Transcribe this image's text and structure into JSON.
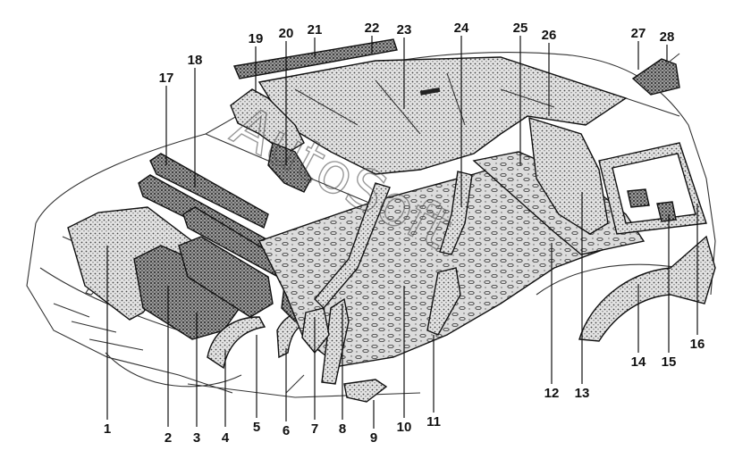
{
  "diagram": {
    "watermark": "AutoSoft",
    "callouts": [
      "1",
      "2",
      "3",
      "4",
      "5",
      "6",
      "7",
      "8",
      "9",
      "10",
      "11",
      "12",
      "13",
      "14",
      "15",
      "16",
      "17",
      "18",
      "19",
      "20",
      "21",
      "22",
      "23",
      "24",
      "25",
      "26",
      "27",
      "28"
    ]
  },
  "colors": {
    "ink": "#111111",
    "fill_light": "#cfcfcf",
    "fill_dark": "#8a8a8a",
    "background": "#ffffff"
  }
}
